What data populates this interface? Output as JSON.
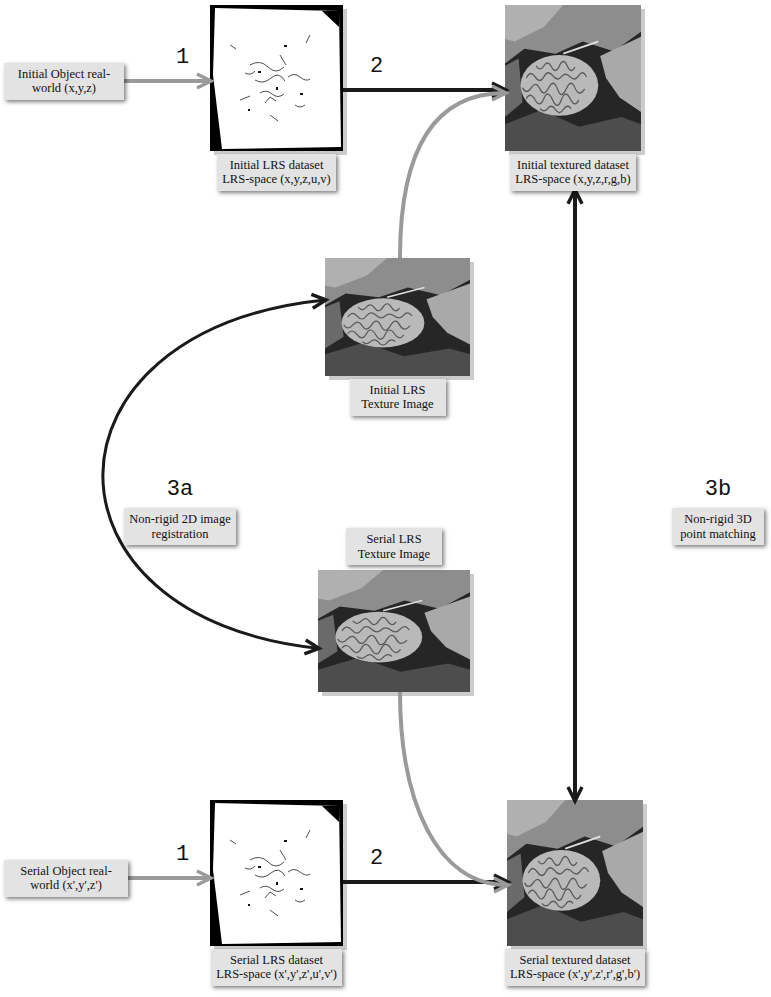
{
  "diagram": {
    "nodes": [
      {
        "text": [
          "Initial Object real-world (x,y,z)"
        ]
      },
      {
        "text": [
          "Initial LRS dataset",
          "LRS-space (x,y,z,u,v)"
        ]
      },
      {
        "text": [
          "Initial textured dataset",
          "LRS-space (x,y,z,r,g,b)"
        ]
      },
      {
        "text": [
          "Initial LRS Texture Image"
        ]
      },
      {
        "text": [
          "3a",
          "Non-rigid 2D image registration"
        ]
      },
      {
        "text": [
          "3b",
          "Non-rigid 3D point matching"
        ]
      },
      {
        "text": [
          "Serial LRS Texture Image"
        ]
      },
      {
        "text": [
          "Serial Object real-world (x',y',z')"
        ]
      },
      {
        "text": [
          "Serial LRS dataset",
          "LRS-space (x',y',z',u',v')"
        ]
      },
      {
        "text": [
          "Serial textured dataset",
          "LRS-space (x',y',z',r',g',b')"
        ]
      }
    ],
    "edges": [
      {
        "from": 0,
        "to": 1,
        "arrow": "to",
        "label": "1"
      },
      {
        "from": 1,
        "to": 2,
        "arrow": "to",
        "label": "2"
      },
      {
        "from": 3,
        "to": 2,
        "arrow": "to"
      },
      {
        "from": 3,
        "to": 6,
        "arrow": "both"
      },
      {
        "from": 2,
        "to": 9,
        "arrow": "both"
      },
      {
        "from": 7,
        "to": 8,
        "arrow": "to",
        "label": "1"
      },
      {
        "from": 8,
        "to": 9,
        "arrow": "to",
        "label": "2"
      },
      {
        "from": 6,
        "to": 9,
        "arrow": "to"
      }
    ]
  }
}
